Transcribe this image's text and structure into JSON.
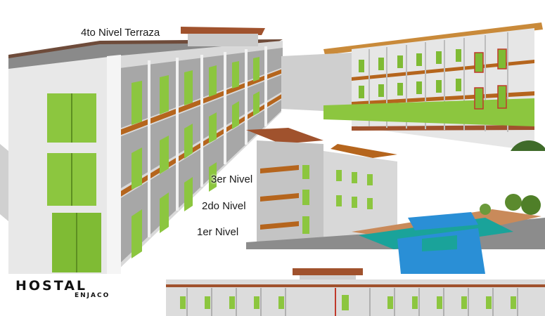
{
  "labels": {
    "terraza": "4to Nivel Terraza",
    "nivel3": "3er Nivel",
    "nivel2": "2do Nivel",
    "nivel1": "1er Nivel"
  },
  "logo": {
    "main": "HOSTAL",
    "sub": "ENJACO"
  },
  "colors": {
    "green": "#8cc63f",
    "white_wall": "#eeeeee",
    "gray_floor": "#9a9a9a",
    "wood": "#a0522d",
    "pool": "#2a8fd6",
    "teal": "#1aa39a"
  }
}
